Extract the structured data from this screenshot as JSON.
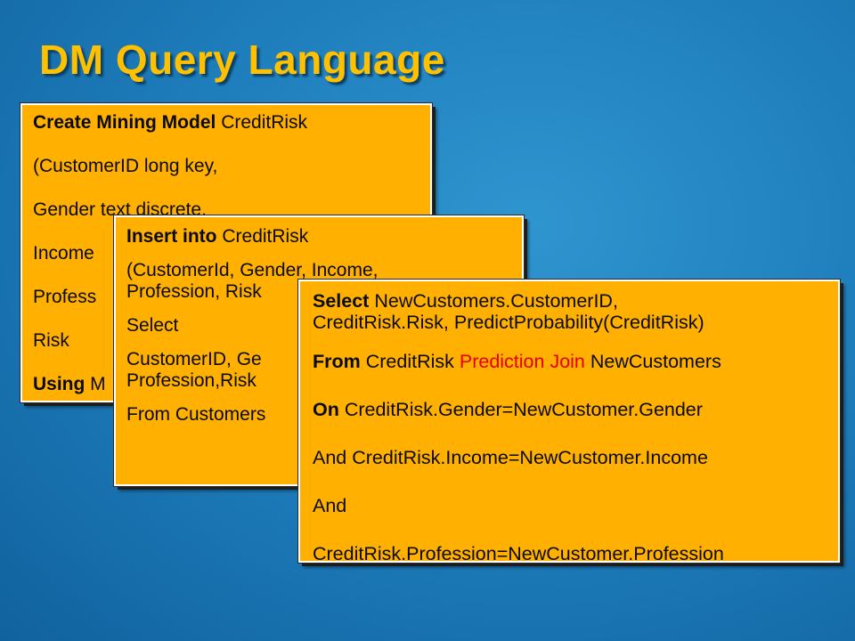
{
  "slide": {
    "title": "DM Query Language"
  },
  "box1": {
    "line1_kw": "Create Mining Model",
    "line1_rest": " CreditRisk",
    "line2": "(CustomerID  long key,",
    "line3": "Gender      text discrete,",
    "line4": "Income",
    "line5": "Profess",
    "line6": "Risk",
    "line7_kw": "Using",
    "line7_rest": " M"
  },
  "box2": {
    "line1_kw": "Insert into",
    "line1_rest": "  CreditRisk",
    "line2a": "(CustomerId, Gender, Income,",
    "line2b": "Profession, Risk",
    "line3": "Select",
    "line4a": "CustomerID, Ge",
    "line4b": "Profession,Risk",
    "line5": "From Customers"
  },
  "box3": {
    "line1_kw": "Select",
    "line1_rest": " NewCustomers.CustomerID,",
    "line1b": "CreditRisk.Risk, PredictProbability(CreditRisk)",
    "line2_kw": "From",
    "line2_mid": " CreditRisk ",
    "line2_red": "Prediction Join",
    "line2_rest": " NewCustomers",
    "line3_kw": "On",
    "line3_rest": " CreditRisk.Gender=NewCustomer.Gender",
    "line4": "And CreditRisk.Income=NewCustomer.Income",
    "line5": "And",
    "line6": "CreditRisk.Profession=NewCustomer.Profession"
  },
  "colors": {
    "background": "#1f7fbd",
    "title": "#ffc000",
    "box_fill": "#ffb000",
    "highlight": "#e60000"
  }
}
